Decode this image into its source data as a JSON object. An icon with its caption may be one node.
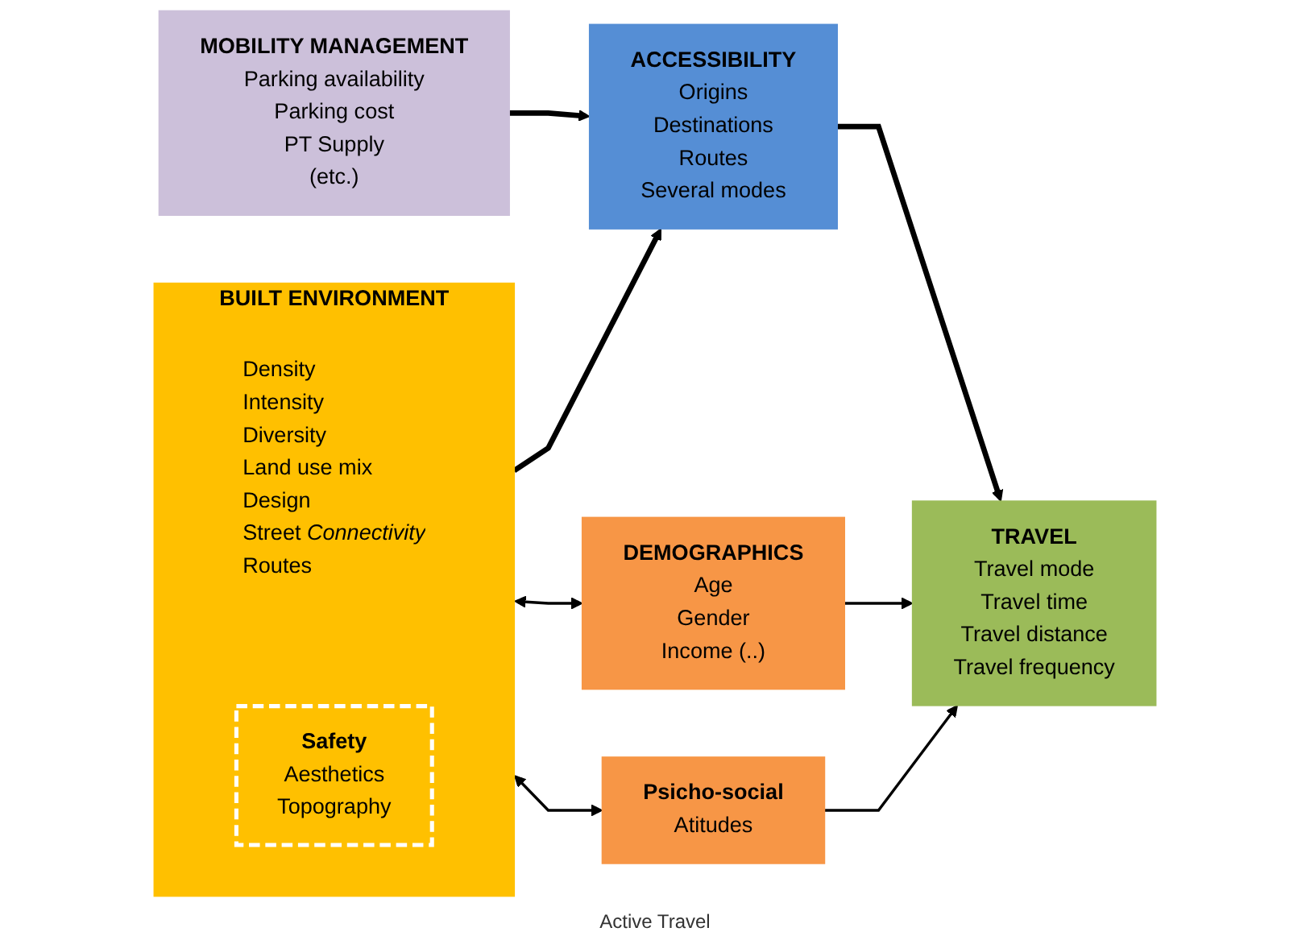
{
  "diagram": {
    "nodes": [
      {
        "text": [
          "MOBILITY MANAGEMENT",
          "Parking availability",
          "Parking cost",
          "PT Supply",
          "(etc.)"
        ]
      },
      {
        "text": [
          "BUILT ENVIRONMENT",
          "Density",
          "Intensity",
          "Diversity",
          "Land use mix",
          "Design",
          "Street *Connectivity*",
          "Routes"
        ]
      },
      {
        "text": [
          "Safety",
          "Aesthetics",
          "Topography"
        ],
        "in": 1
      },
      {
        "text": [
          "ACCESSIBILITY",
          "Origins",
          "Destinations",
          "Routes",
          "Several modes"
        ]
      },
      {
        "text": [
          "TRAVEL",
          "Travel mode",
          "Travel time",
          "Travel distance",
          "Travel frequency"
        ]
      },
      {
        "text": [
          "DEMOGRAPHICS",
          "Age",
          "Gender",
          "Income (..)"
        ]
      },
      {
        "text": [
          "Psicho-social",
          "Atitudes"
        ]
      }
    ],
    "edges": [
      {
        "from": 0,
        "to": 3,
        "arrow": "to",
        "style": "thick"
      },
      {
        "from": 1,
        "to": 3,
        "arrow": "to",
        "style": "thick"
      },
      {
        "from": 3,
        "to": 4,
        "arrow": "to",
        "style": "thick"
      },
      {
        "from": 1,
        "to": 5,
        "arrow": "both"
      },
      {
        "from": 1,
        "to": 6,
        "arrow": "both"
      },
      {
        "from": 5,
        "to": 4,
        "arrow": "to"
      },
      {
        "from": 6,
        "to": 4,
        "arrow": "to"
      }
    ],
    "labels": [
      "Active Travel"
    ]
  }
}
